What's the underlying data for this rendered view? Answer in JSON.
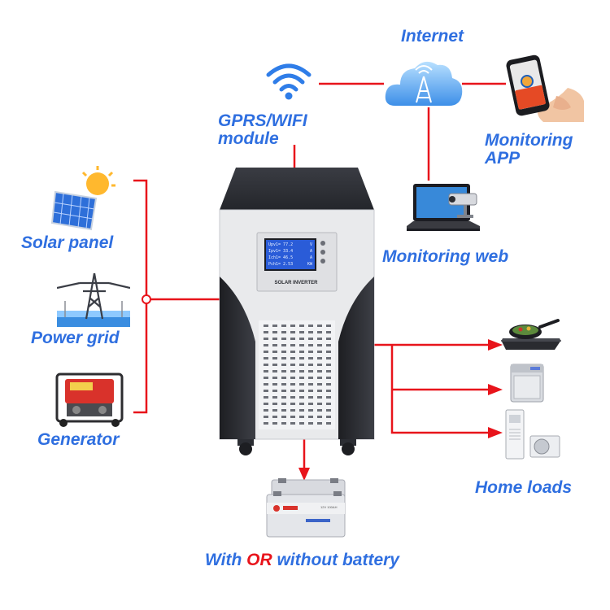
{
  "labels": {
    "internet": "Internet",
    "gprs_line1": "GPRS/WIFI",
    "gprs_line2": "module",
    "monitoring_app_line1": "Monitoring",
    "monitoring_app_line2": "APP",
    "monitoring_web": "Monitoring web",
    "solar_panel": "Solar panel",
    "power_grid": "Power grid",
    "generator": "Generator",
    "home_loads": "Home loads",
    "battery_pre": "With ",
    "battery_or": "OR",
    "battery_post": " without battery"
  },
  "inverter": {
    "brand": "SOLAR INVERTER",
    "lcd_lines": [
      "Upv1= 77.2",
      "Ipv1= 33.4",
      "Ich1= 46.5",
      "Pch1= 2.53"
    ],
    "lcd_units": [
      "V",
      "A",
      "A",
      "KW"
    ]
  },
  "battery": {
    "label_small": "12V 100AH"
  },
  "colors": {
    "label_blue": "#2f6fe0",
    "wire_red": "#e8141b",
    "inverter_dark": "#2b2d33",
    "inverter_light": "#e9eaec",
    "lcd_blue": "#2a5cd8"
  }
}
